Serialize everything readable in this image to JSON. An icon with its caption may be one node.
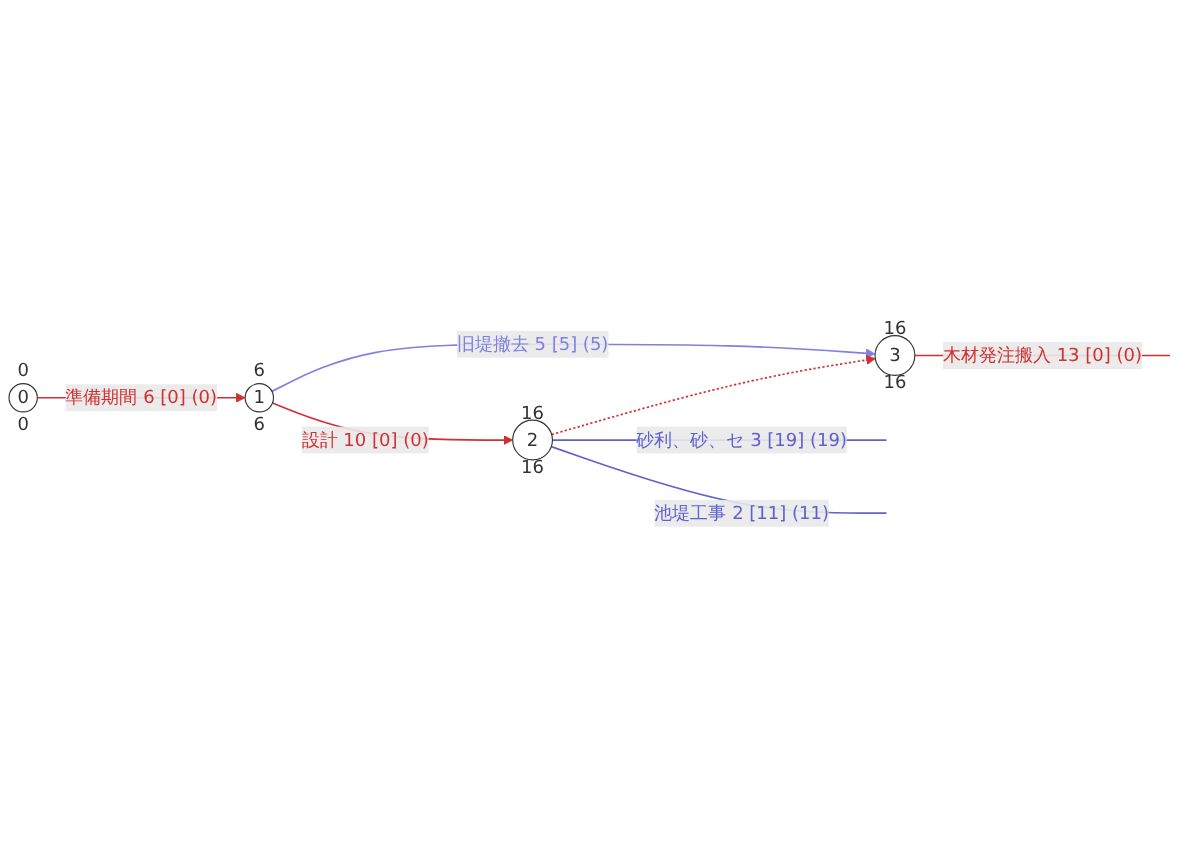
{
  "diagram": {
    "nodes": [
      {
        "text": [
          "0",
          "0",
          "0"
        ]
      },
      {
        "text": [
          "6",
          "1",
          "6"
        ]
      },
      {
        "text": [
          "16",
          "2",
          "16"
        ]
      },
      {
        "text": [
          "16",
          "3",
          "16"
        ]
      }
    ],
    "edges": [
      {
        "from": 0,
        "to": 1,
        "arrow": "to",
        "label": "準備期間 6 [0] (0)"
      },
      {
        "from": 1,
        "to": 3,
        "arrow": "to",
        "label": "旧堤撤去 5 [5] (5)",
        "color": "#8080e0"
      },
      {
        "from": 1,
        "to": 2,
        "arrow": "to",
        "label": "設計 10 [0] (0)"
      },
      {
        "from": 2,
        "to": 3,
        "arrow": "to",
        "style": "dashed"
      },
      {
        "from": 3,
        "to": null,
        "arrow": "none",
        "label": "木材発注搬入 13 [0] (0)"
      },
      {
        "from": 2,
        "to": null,
        "arrow": "none",
        "label": "砂利、砂、セ 3 [19] (19)",
        "color": "#6060d0"
      },
      {
        "from": 2,
        "to": null,
        "arrow": "none",
        "label": "池堤工事 2 [11] (11)",
        "color": "#6060d0"
      }
    ]
  }
}
